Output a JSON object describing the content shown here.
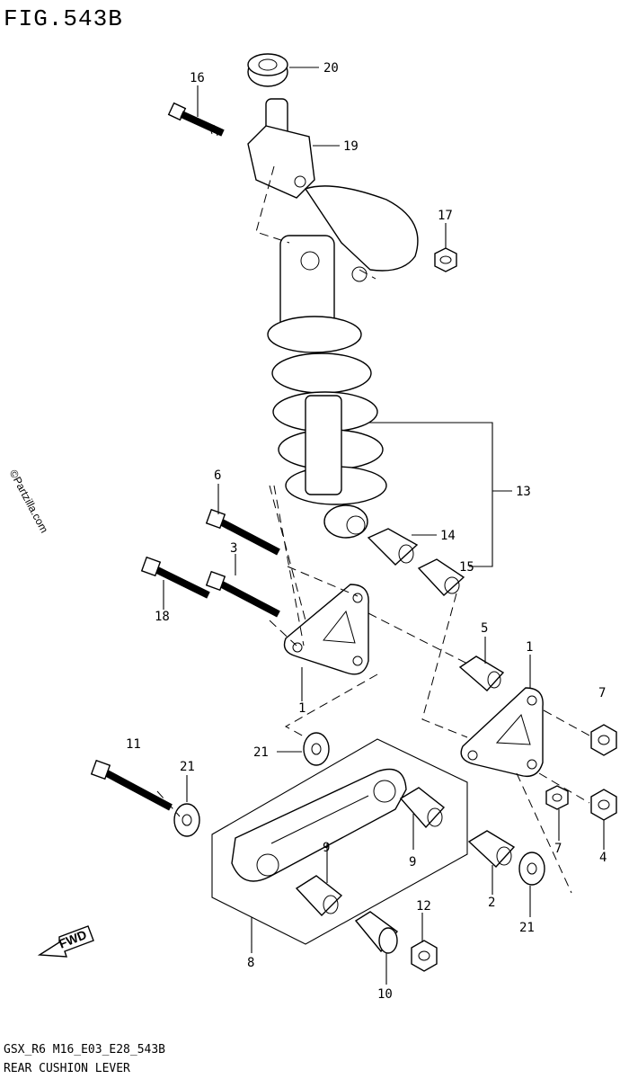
{
  "title": "FIG.543B",
  "watermark": "©Partzilla.com",
  "footer": {
    "code": "GSX_R6 M16_E03_E28_543B",
    "name": "REAR CUSHION LEVER"
  },
  "fwd_label": "FWD",
  "callouts": {
    "c20": "20",
    "c16": "16",
    "c19": "19",
    "c17a": "17",
    "c13": "13",
    "c14": "14",
    "c15": "15",
    "c6": "6",
    "c3": "3",
    "c18": "18",
    "c1a": "1",
    "c5": "5",
    "c1b": "1",
    "c7a": "7",
    "c21a": "21",
    "c11": "11",
    "c21b": "21",
    "c9a": "9",
    "c9b": "9",
    "c8": "8",
    "c12": "12",
    "c10": "10",
    "c2": "2",
    "c21c": "21",
    "c7b": "7",
    "c4": "4"
  }
}
